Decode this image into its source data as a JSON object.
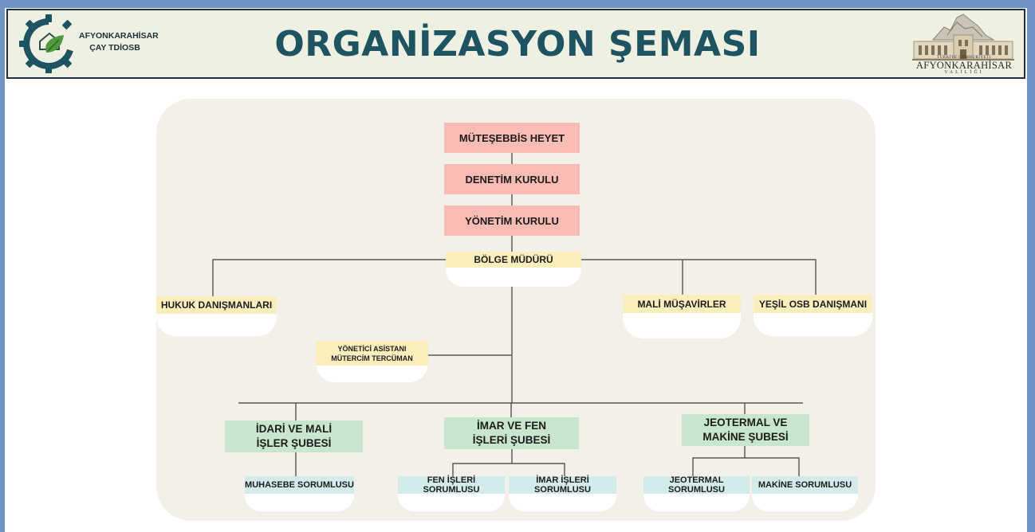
{
  "header": {
    "title": "ORGANİZASYON ŞEMASI",
    "org_name_line1": "AFYONKARAHİSAR",
    "org_name_line2": "ÇAY TDİOSB",
    "gov_line1": "TÜRKİYE CUMHURİYETİ",
    "gov_line2": "AFYONKARAHİSAR",
    "gov_line3": "VALİLİĞİ"
  },
  "colors": {
    "title": "#1e5362",
    "pink": "#f9bcb4",
    "yellow": "#fbeebd",
    "green": "#c7e6cd",
    "cyan": "#d3ebea",
    "panel": "#f3efe9"
  },
  "chart": {
    "board": "MÜTEŞEBBİS HEYET",
    "audit": "DENETİM KURULU",
    "management": "YÖNETİM KURULU",
    "director": "BÖLGE MÜDÜRÜ",
    "legal": "HUKUK DANIŞMANLARI",
    "finance_advisors": "MALİ MÜŞAVİRLER",
    "green_osb": "YEŞİL OSB DANIŞMANI",
    "assistant_line1": "YÖNETİCİ ASİSTANI",
    "assistant_line2": "MÜTERCİM TERCÜMAN",
    "dept_admin": "İDARİ VE MALİ İŞLER ŞUBESİ",
    "dept_zoning": "İMAR VE FEN İŞLERİ ŞUBESİ",
    "dept_geo": "JEOTERMAL VE MAKİNE ŞUBESİ",
    "accounting": "MUHASEBE SORUMLUSU",
    "tech_works": "FEN İŞLERİ SORUMLUSU",
    "zoning_works": "İMAR İŞLERİ SORUMLUSU",
    "geo_resp": "JEOTERMAL SORUMLUSU",
    "machine_resp": "MAKİNE SORUMLUSU"
  }
}
